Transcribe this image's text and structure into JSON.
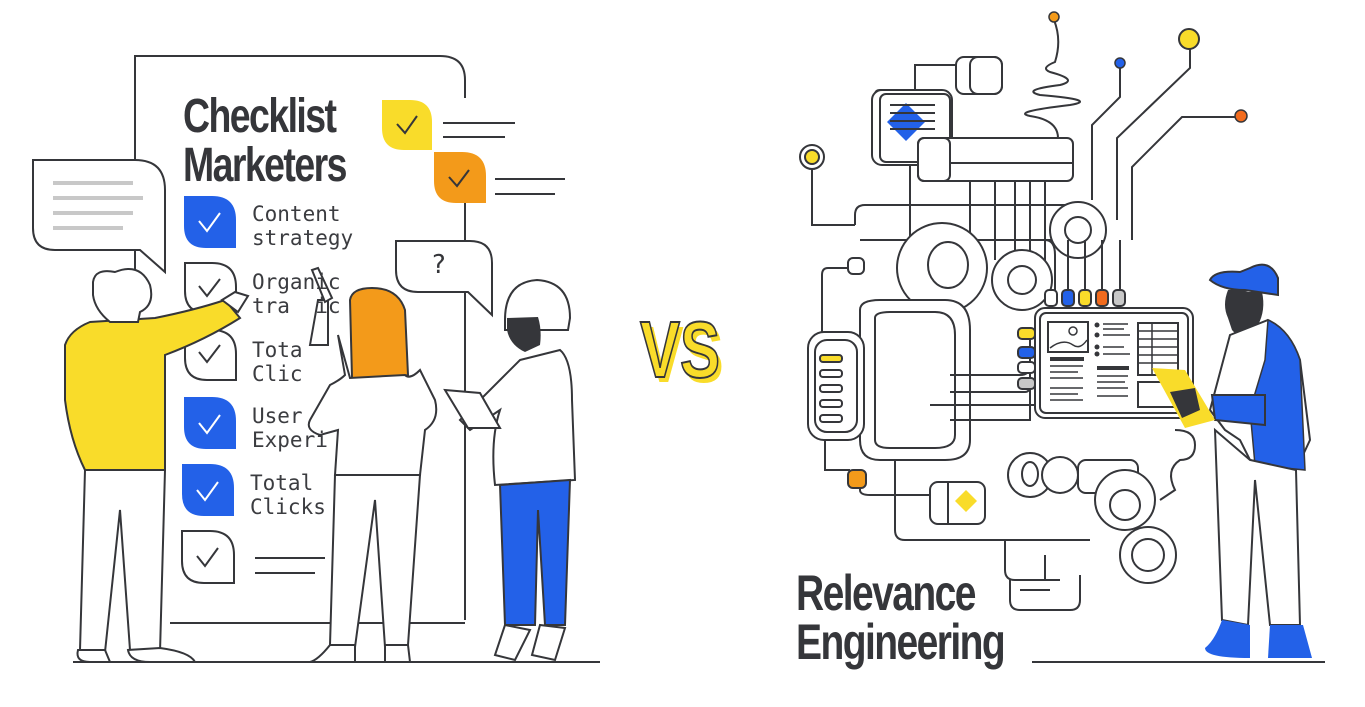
{
  "left_panel": {
    "title_line1": "Checklist",
    "title_line2": "Marketers",
    "checklist": [
      {
        "line1": "Content",
        "line2": "strategy",
        "state": "checked-filled",
        "color": "#2361e8"
      },
      {
        "line1": "Organic",
        "line2": "tra  ic",
        "state": "checked-outline",
        "color": "#ffffff"
      },
      {
        "line1": "Tota",
        "line2": "Clic",
        "state": "checked-outline",
        "color": "#ffffff"
      },
      {
        "line1": "User",
        "line2": "Experi",
        "state": "checked-filled",
        "color": "#2361e8"
      },
      {
        "line1": "Total",
        "line2": "Clicks",
        "state": "checked-filled",
        "color": "#2361e8"
      },
      {
        "line1": "",
        "line2": "",
        "state": "checked-outline",
        "color": "#ffffff"
      }
    ],
    "side_checks": [
      {
        "state": "checked-filled",
        "color": "#f9dc2a"
      },
      {
        "state": "checked-filled",
        "color": "#f39a1a"
      }
    ],
    "question_bubble": "?"
  },
  "center": {
    "vs_label": "VS"
  },
  "right_panel": {
    "title_line1": "Relevance",
    "title_line2": "Engineering"
  },
  "colors": {
    "ink": "#35363a",
    "blue": "#2361e8",
    "yellow": "#f9dc2a",
    "orange": "#f39a1a",
    "orange_red": "#f26b1d",
    "gray": "#c8c8c8",
    "background": "#ffffff"
  }
}
